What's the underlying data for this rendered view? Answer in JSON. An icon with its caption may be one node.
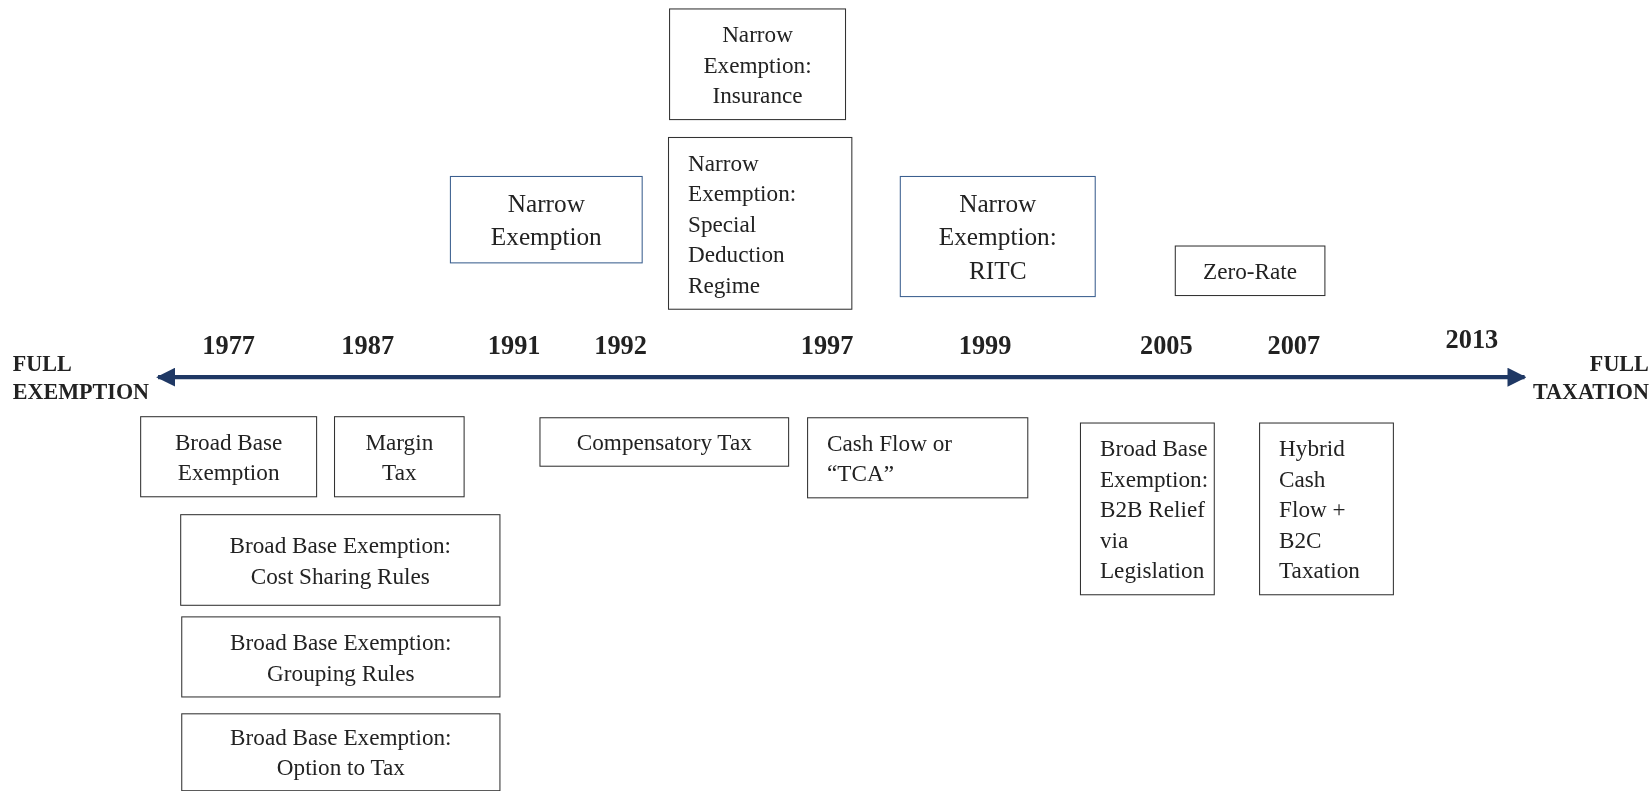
{
  "diagram": {
    "nodes": [
      {
        "text": [
          "Narrow Exemption: Insurance"
        ]
      },
      {
        "text": [
          "Narrow Exemption"
        ]
      },
      {
        "text": [
          "Narrow Exemption: Special Deduction Regime"
        ]
      },
      {
        "text": [
          "Narrow Exemption: RITC"
        ]
      },
      {
        "text": [
          "Zero-Rate"
        ]
      },
      {
        "text": [
          "Broad Base Exemption"
        ]
      },
      {
        "text": [
          "Margin Tax"
        ]
      },
      {
        "text": [
          "Broad Base Exemption: Cost Sharing Rules"
        ]
      },
      {
        "text": [
          "Broad Base Exemption: Grouping Rules"
        ]
      },
      {
        "text": [
          "Broad Base Exemption: Option to Tax"
        ]
      },
      {
        "text": [
          "Compensatory Tax"
        ]
      },
      {
        "text": [
          "Cash Flow or “TCA”"
        ]
      },
      {
        "text": [
          "Broad Base Exemption: B2B Relief via Legislation"
        ]
      },
      {
        "text": [
          "Hybrid Cash Flow + B2C Taxation"
        ]
      }
    ],
    "edges": [],
    "labels": [
      "1977",
      "1987",
      "1991",
      "1992",
      "1997",
      "1999",
      "2005",
      "2007",
      "2013",
      "FULL EXEMPTION",
      "FULL TAXATION"
    ]
  }
}
